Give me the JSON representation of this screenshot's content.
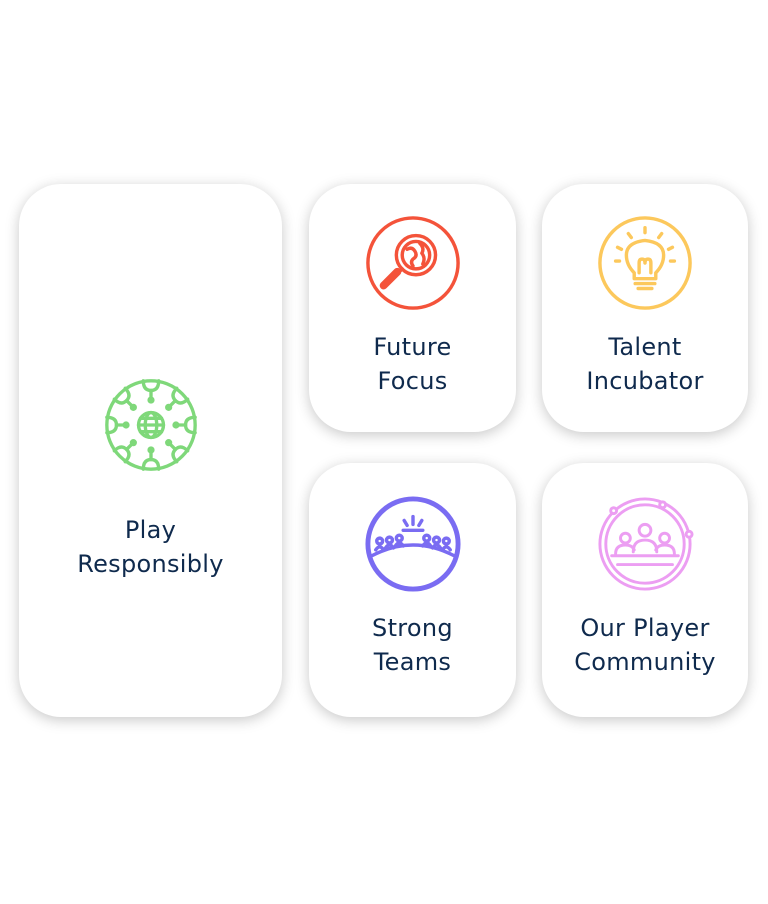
{
  "colors": {
    "text": "#0f2a4d",
    "play": "#7fd87a",
    "future": "#f4533a",
    "talent": "#fcc85c",
    "strong": "#7a6cf2",
    "community": "#ec9ef2"
  },
  "cards": {
    "play": {
      "icon": "globe-wheel-icon",
      "line1": "Play",
      "line2": "Responsibly"
    },
    "future": {
      "icon": "magnifier-globe-icon",
      "line1": "Future",
      "line2": "Focus"
    },
    "talent": {
      "icon": "lightbulb-icon",
      "line1": "Talent",
      "line2": "Incubator"
    },
    "strong": {
      "icon": "team-crowd-icon",
      "line1": "Strong",
      "line2": "Teams"
    },
    "community": {
      "icon": "community-orbit-icon",
      "line1": "Our Player",
      "line2": "Community"
    }
  }
}
